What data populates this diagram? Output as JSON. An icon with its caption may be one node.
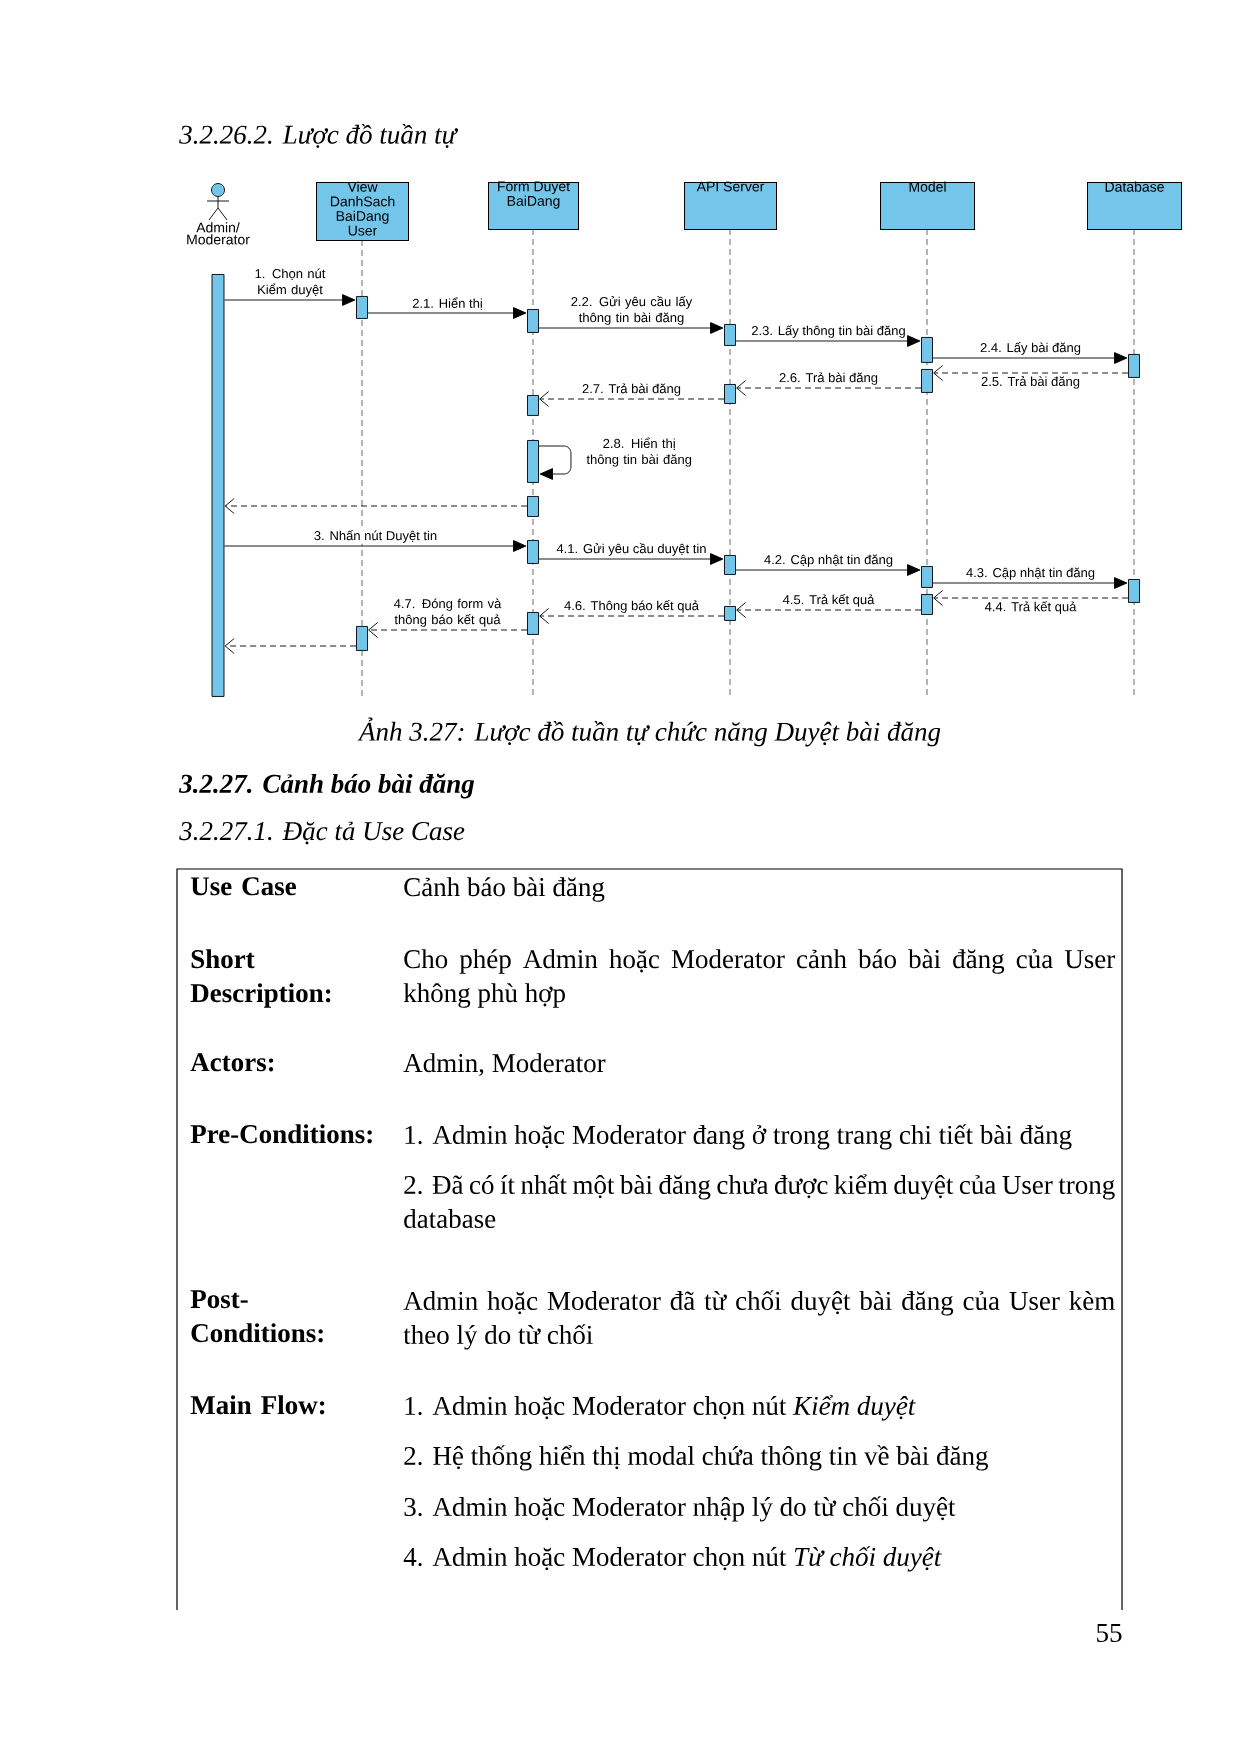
{
  "diagram": {
    "title": "3.2.26.2. Lược đồ tuần tự",
    "caption": "Ảnh 3.27: Lược đồ tuần tự chức năng Duyệt bài đăng",
    "nodes": [
      {
        "text": [
          "Admin/ Moderator"
        ]
      },
      {
        "text": [
          "View DanhSach BaiDang User"
        ]
      },
      {
        "text": [
          "Form Duyet BaiDang"
        ]
      },
      {
        "text": [
          "API Server"
        ]
      },
      {
        "text": [
          "Model"
        ]
      },
      {
        "text": [
          "Database"
        ]
      },
      {
        "text": [],
        "shape": "bar"
      },
      {
        "text": [],
        "shape": "bar"
      },
      {
        "text": [],
        "shape": "bar"
      },
      {
        "text": [],
        "shape": "bar"
      },
      {
        "text": [],
        "shape": "bar"
      },
      {
        "text": [],
        "shape": "bar"
      },
      {
        "text": [],
        "shape": "bar"
      },
      {
        "text": [],
        "shape": "bar"
      },
      {
        "text": [],
        "shape": "bar"
      },
      {
        "text": [],
        "shape": "bar"
      },
      {
        "text": [],
        "shape": "bar"
      },
      {
        "text": [],
        "shape": "bar"
      },
      {
        "text": [],
        "shape": "bar"
      },
      {
        "text": [],
        "shape": "bar"
      },
      {
        "text": [],
        "shape": "bar"
      },
      {
        "text": [],
        "shape": "bar"
      },
      {
        "text": [],
        "shape": "bar"
      },
      {
        "text": [],
        "shape": "bar"
      },
      {
        "text": [],
        "shape": "bar"
      }
    ],
    "edges": [
      {
        "from": 6,
        "to": 7,
        "arrow": "to",
        "label": "1. Chọn nút Kiểm duyệt"
      },
      {
        "from": 7,
        "to": 8,
        "arrow": "to",
        "label": "2.1. Hiển thị"
      },
      {
        "from": 8,
        "to": 9,
        "arrow": "to",
        "label": "2.2. Gửi yêu cầu lấy thông tin bài đăng"
      },
      {
        "from": 9,
        "to": 10,
        "arrow": "to",
        "label": "2.3. Lấy thông tin bài đăng"
      },
      {
        "from": 10,
        "to": 11,
        "arrow": "to",
        "label": "2.4. Lấy bài đăng"
      },
      {
        "from": 11,
        "to": 12,
        "arrow": "to",
        "label": "2.5. Trả bài đăng",
        "style": "dashed"
      },
      {
        "from": 12,
        "to": 13,
        "arrow": "to",
        "label": "2.6. Trả bài đăng",
        "style": "dashed"
      },
      {
        "from": 13,
        "to": 14,
        "arrow": "to",
        "label": "2.7. Trả bài đăng",
        "style": "dashed"
      },
      {
        "from": 15,
        "to": 15,
        "arrow": "to",
        "label": "2.8. Hiển thị thông tin bài đăng"
      },
      {
        "from": 16,
        "to": 6,
        "arrow": "to",
        "style": "dashed"
      },
      {
        "from": 6,
        "to": 17,
        "arrow": "to",
        "label": "3. Nhấn nút Duyệt tin"
      },
      {
        "from": 17,
        "to": 18,
        "arrow": "to",
        "label": "4.1. Gửi yêu cầu duyệt tin"
      },
      {
        "from": 18,
        "to": 19,
        "arrow": "to",
        "label": "4.2. Cập nhật tin đăng"
      },
      {
        "from": 19,
        "to": 20,
        "arrow": "to",
        "label": "4.3. Cập nhật tin đăng"
      },
      {
        "from": 20,
        "to": 21,
        "arrow": "to",
        "label": "4.4. Trả kết quả",
        "style": "dashed"
      },
      {
        "from": 21,
        "to": 22,
        "arrow": "to",
        "label": "4.5. Trả kết quả",
        "style": "dashed"
      },
      {
        "from": 22,
        "to": 23,
        "arrow": "to",
        "label": "4.6. Thông báo kết quả",
        "style": "dashed"
      },
      {
        "from": 23,
        "to": 24,
        "arrow": "to",
        "label": "4.7. Đóng form và thông báo kết quả",
        "style": "dashed"
      },
      {
        "from": 24,
        "to": 6,
        "arrow": "to",
        "style": "dashed"
      }
    ],
    "labels": [
      "3.2.27. Cảnh báo bài đăng",
      "3.2.27.1. Đặc tả Use Case",
      "Use Case",
      "Cảnh báo bài đăng",
      "Short Description:",
      "Cho phép Admin hoặc Moderator cảnh báo bài đăng của User không phù hợp",
      "Actors:",
      "Admin, Moderator",
      "Pre-Conditions:",
      "1. Admin hoặc Moderator đang ở trong trang chi tiết bài đăng",
      "2. Đã có ít nhất một bài đăng chưa được kiểm duyệt của User trong database",
      "Post- Conditions:",
      "Admin hoặc Moderator đã từ chối duyệt bài đăng của User kèm theo lý do từ chối",
      "Main Flow:",
      "1. Admin hoặc Moderator chọn nút *Kiểm duyệt*",
      "2. Hệ thống hiển thị modal chứa thông tin về bài đăng",
      "3. Admin hoặc Moderator nhập lý do từ chối duyệt",
      "4. Admin hoặc Moderator chọn nút *Từ chối duyệt*",
      "55"
    ]
  }
}
